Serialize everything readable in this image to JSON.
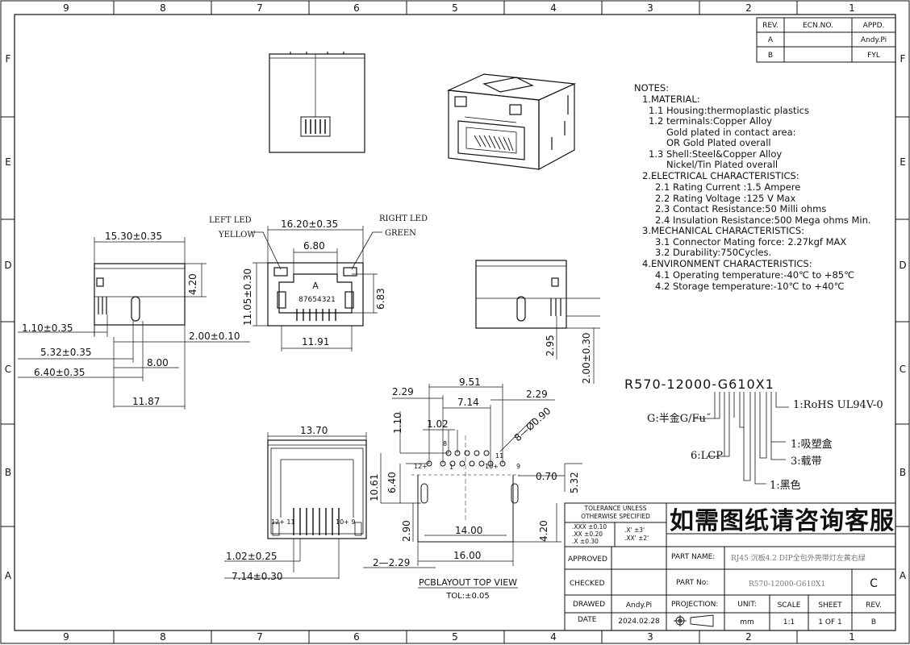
{
  "frame": {
    "col_numbers": [
      "9",
      "8",
      "7",
      "6",
      "5",
      "4",
      "3",
      "2",
      "1"
    ],
    "row_letters": [
      "F",
      "E",
      "D",
      "C",
      "B",
      "A"
    ]
  },
  "revision_table": {
    "headers": [
      "REV.",
      "ECN.NO.",
      "APPD."
    ],
    "rows": [
      [
        "A",
        "",
        "Andy.Pi"
      ],
      [
        "B",
        "",
        "FYL"
      ]
    ]
  },
  "notes": [
    "NOTES:",
    "1.MATERIAL:",
    "1.1  Housing:thermoplastic  plastics",
    "1.2  terminals:Copper  Alloy",
    "Gold  plated  in  contact  area:",
    "OR  Gold    Plated  overall",
    "1.3  Shell:Steel&Copper  Alloy",
    "Nickel/Tin  Plated  overall",
    "2.ELECTRICAL  CHARACTERISTICS:",
    "2.1  Rating  Current  :1.5  Ampere",
    "2.2  Rating  Voltage  :125  V  Max",
    "2.3  Contact  Resistance:50  Milli  ohms",
    "2.4  Insulation  Resistance:500  Mega  ohms  Min.",
    "3.MECHANICAL  CHARACTERISTICS:",
    "3.1  Connector  Mating  force:  2.27kgf  MAX",
    "3.2  Durability:750Cycles.",
    "4.ENVIRONMENT  CHARACTERISTICS:",
    "4.1  Operating  temperature:-40℃  to  +85℃",
    "4.2  Storage  temperature:-10℃  to  +40℃"
  ],
  "dims": {
    "side_width": "15.30±0.35",
    "side_height": "4.20",
    "pin1": "1.10±0.35",
    "pin2": "5.32±0.35",
    "pin3": "6.40±0.35",
    "pin4": "8.00",
    "pin5": "11.87",
    "pin6": "2.00±0.10",
    "front_width": "16.20±0.35",
    "front_inner": "6.80",
    "front_height": "11.05±0.30",
    "front_right": "6.83",
    "front_bottom": "11.91",
    "right_h1": "2.95",
    "right_h2": "2.00±0.30",
    "bottom_width": "13.70",
    "bottom_w1": "1.02±0.25",
    "bottom_w2": "7.14±0.30",
    "pcb_951": "9.51",
    "pcb_229a": "2.29",
    "pcb_714": "7.14",
    "pcb_229b": "2.29",
    "pcb_110": "1.10",
    "pcb_102": "1.02",
    "pcb_hole": "8—Ø0.90",
    "pcb_640": "6.40",
    "pcb_1061": "10.61",
    "pcb_070": "0.70",
    "pcb_532": "5.32",
    "pcb_290": "2.90",
    "pcb_1400": "14.00",
    "pcb_420": "4.20",
    "pcb_1600": "16.00",
    "pcb_2x229": "2—2.29"
  },
  "labels": {
    "left_led": "LEFT LED",
    "left_color": "YELLOW",
    "right_led": "RIGHT LED",
    "right_color": "GREEN",
    "pin_numbers": "87654321",
    "pin_a": "A",
    "pcb_title": "PCBLAYOUT TOP VIEW",
    "pcb_tol": "TOL:±0.05",
    "pcb_pin_12": "12+",
    "pcb_pin_1": "1",
    "pcb_pin_8": "8",
    "pcb_pin_10": "10+",
    "pcb_pin_11": "11",
    "pcb_pin_9": "9",
    "bottom_pin_left": "12+ 11",
    "bottom_pin_right": "10+ 9"
  },
  "part_code": {
    "code": "R570-12000-G610X1",
    "rohs": "1:RoHS  UL94V-0",
    "gold": "G:半金G/Fu˝",
    "pack1": "1:吸塑盒",
    "pack3": "3:载带",
    "lcp": "6:LCP",
    "black": "1:黑色"
  },
  "title_block": {
    "tol_title1": "TOLERANCE  UNLESS",
    "tol_title2": "OTHERWISE  SPECIFIED",
    "tol_xxx": ".XXX  ±0.10",
    "tol_xx": ".XX    ±0.20",
    "tol_x": ".X      ±0.30",
    "ang_x": ".X'     ±3'",
    "ang_xx": ".XX'   ±2'",
    "banner": "如需图纸请咨询客服",
    "approved": "APPROVED",
    "checked": "CHECKED",
    "drawed": "DRAWED",
    "date": "DATE",
    "drawed_by": "Andy.Pi",
    "date_value": "2024.02.28",
    "part_name_label": "PART  NAME:",
    "part_name": "RJ45 沉板4.2 DIP全包外壳带灯左黄右绿",
    "part_no_label": "PART  No:",
    "part_no": "R570-12000-G610X1",
    "rev_letter": "C",
    "projection": "PROJECTION:",
    "unit_label": "UNIT:",
    "scale_label": "SCALE",
    "sheet_label": "SHEET",
    "rev_label": "REV.",
    "unit": "mm",
    "scale": "1:1",
    "sheet": "1  OF  1",
    "rev": "B"
  }
}
